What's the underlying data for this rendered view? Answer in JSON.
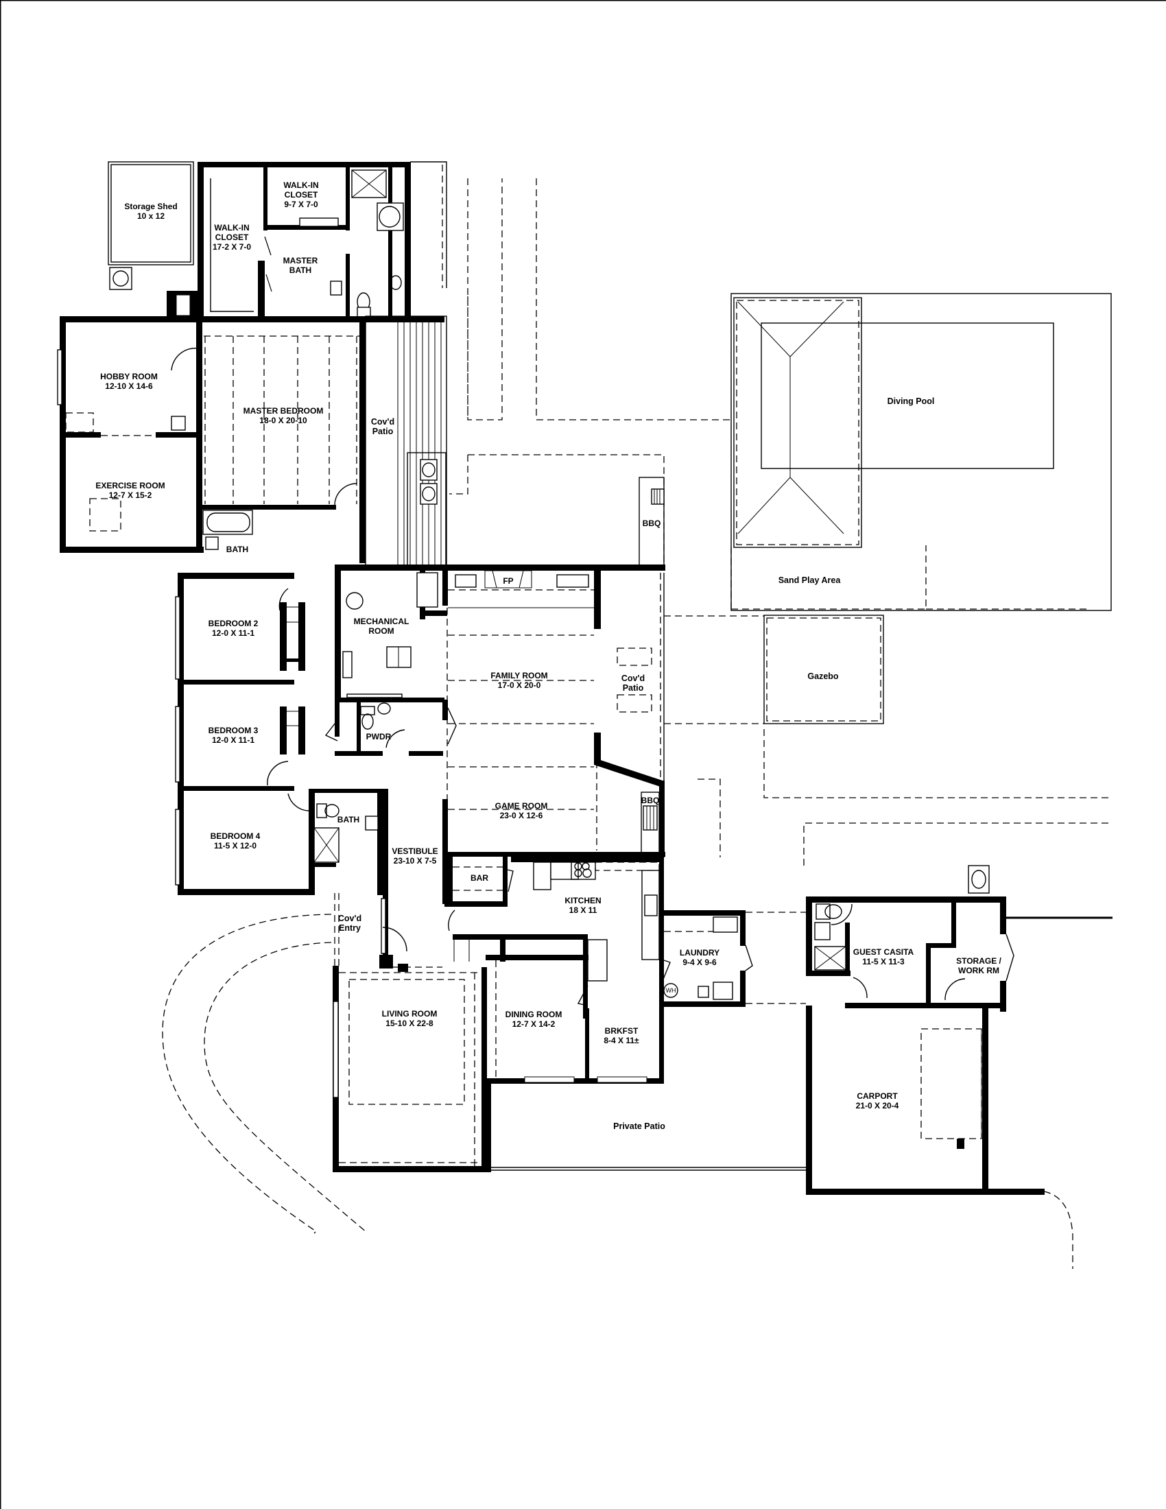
{
  "plan": {
    "type": "residential floor plan",
    "rooms": [
      {
        "id": "storage-shed",
        "name": "Storage Shed",
        "dims": "10 x 12"
      },
      {
        "id": "walk-in-closet-1",
        "name": "WALK-IN CLOSET",
        "dims": "17-2 X 7-0"
      },
      {
        "id": "walk-in-closet-2",
        "name": "WALK-IN CLOSET",
        "dims": "9-7 X 7-0"
      },
      {
        "id": "master-bath",
        "name": "MASTER BATH",
        "dims": ""
      },
      {
        "id": "hobby-room",
        "name": "HOBBY ROOM",
        "dims": "12-10 X 14-6"
      },
      {
        "id": "master-bedroom",
        "name": "MASTER BEDROOM",
        "dims": "18-0 X 20-10"
      },
      {
        "id": "covd-patio-master",
        "name": "Cov'd Patio",
        "dims": ""
      },
      {
        "id": "exercise-room",
        "name": "EXERCISE ROOM",
        "dims": "12-7 X 15-2"
      },
      {
        "id": "bath-1",
        "name": "BATH",
        "dims": ""
      },
      {
        "id": "bedroom-2",
        "name": "BEDROOM 2",
        "dims": "12-0 X 11-1"
      },
      {
        "id": "mechanical-room",
        "name": "MECHANICAL ROOM",
        "dims": ""
      },
      {
        "id": "family-room",
        "name": "FAMILY ROOM",
        "dims": "17-0 X 20-0"
      },
      {
        "id": "fireplace",
        "name": "FP",
        "dims": ""
      },
      {
        "id": "covd-patio-family",
        "name": "Cov'd Patio",
        "dims": ""
      },
      {
        "id": "bedroom-3",
        "name": "BEDROOM 3",
        "dims": "12-0 X 11-1"
      },
      {
        "id": "powder",
        "name": "PWDR",
        "dims": ""
      },
      {
        "id": "game-room",
        "name": "GAME ROOM",
        "dims": "23-0 X 12-6"
      },
      {
        "id": "bath-2",
        "name": "BATH",
        "dims": ""
      },
      {
        "id": "bedroom-4",
        "name": "BEDROOM 4",
        "dims": "11-5 X 12-0"
      },
      {
        "id": "vestibule",
        "name": "VESTIBULE",
        "dims": "23-10 X 7-5"
      },
      {
        "id": "bar",
        "name": "BAR",
        "dims": ""
      },
      {
        "id": "kitchen",
        "name": "KITCHEN",
        "dims": "18 X 11"
      },
      {
        "id": "covd-entry",
        "name": "Cov'd Entry",
        "dims": ""
      },
      {
        "id": "laundry",
        "name": "LAUNDRY",
        "dims": "9-4 X 9-6"
      },
      {
        "id": "guest-casita",
        "name": "GUEST CASITA",
        "dims": "11-5 X 11-3"
      },
      {
        "id": "storage-work-rm",
        "name": "STORAGE / WORK RM",
        "dims": ""
      },
      {
        "id": "living-room",
        "name": "LIVING ROOM",
        "dims": "15-10 X 22-8"
      },
      {
        "id": "dining-room",
        "name": "DINING ROOM",
        "dims": "12-7 X 14-2"
      },
      {
        "id": "brkfst",
        "name": "BRKFST",
        "dims": "8-4 X 11±"
      },
      {
        "id": "carport",
        "name": "CARPORT",
        "dims": "21-0 X 20-4"
      },
      {
        "id": "private-patio",
        "name": "Private Patio",
        "dims": ""
      }
    ],
    "outdoor": [
      {
        "id": "diving-pool",
        "name": "Diving Pool"
      },
      {
        "id": "sand-play-area",
        "name": "Sand Play Area"
      },
      {
        "id": "gazebo",
        "name": "Gazebo"
      },
      {
        "id": "bbq-1",
        "name": "BBQ"
      },
      {
        "id": "bbq-2",
        "name": "BBQ"
      }
    ],
    "fixtures": [
      "WH"
    ]
  },
  "labels": {
    "storage_shed": [
      "Storage Shed",
      "10 x 12"
    ],
    "wic1": [
      "WALK-IN",
      "CLOSET",
      "17-2 X 7-0"
    ],
    "wic2": [
      "WALK-IN",
      "CLOSET",
      "9-7 X 7-0"
    ],
    "master_bath": [
      "MASTER",
      "BATH"
    ],
    "hobby": [
      "HOBBY ROOM",
      "12-10 X 14-6"
    ],
    "master_bed": [
      "MASTER BEDROOM",
      "18-0 X 20-10"
    ],
    "covd_patio_master": [
      "Cov'd",
      "Patio"
    ],
    "exercise": [
      "EXERCISE ROOM",
      "12-7 X 15-2"
    ],
    "bath1": [
      "BATH"
    ],
    "bed2": [
      "BEDROOM 2",
      "12-0 X 11-1"
    ],
    "mech": [
      "MECHANICAL",
      "ROOM"
    ],
    "family": [
      "FAMILY ROOM",
      "17-0 X 20-0"
    ],
    "fp": [
      "FP"
    ],
    "covd_patio_family": [
      "Cov'd",
      "Patio"
    ],
    "bed3": [
      "BEDROOM 3",
      "12-0 X 11-1"
    ],
    "pwdr": [
      "PWDR"
    ],
    "game": [
      "GAME ROOM",
      "23-0 X 12-6"
    ],
    "bath2": [
      "BATH"
    ],
    "bed4": [
      "BEDROOM 4",
      "11-5 X 12-0"
    ],
    "vestibule": [
      "VESTIBULE",
      "23-10 X 7-5"
    ],
    "bar": [
      "BAR"
    ],
    "kitchen": [
      "KITCHEN",
      "18 X 11"
    ],
    "covd_entry": [
      "Cov'd",
      "Entry"
    ],
    "laundry": [
      "LAUNDRY",
      "9-4 X 9-6"
    ],
    "casita": [
      "GUEST CASITA",
      "11-5 X 11-3"
    ],
    "storage_work": [
      "STORAGE /",
      "WORK RM"
    ],
    "living": [
      "LIVING ROOM",
      "15-10 X 22-8"
    ],
    "dining": [
      "DINING ROOM",
      "12-7 X 14-2"
    ],
    "brkfst": [
      "BRKFST",
      "8-4 X 11±"
    ],
    "carport": [
      "CARPORT",
      "21-0 X 20-4"
    ],
    "private_patio": [
      "Private Patio"
    ],
    "diving_pool": [
      "Diving Pool"
    ],
    "sand_play": [
      "Sand Play Area"
    ],
    "gazebo": [
      "Gazebo"
    ],
    "bbq1": [
      "BBQ"
    ],
    "bbq2": [
      "BBQ"
    ],
    "wh": [
      "WH"
    ]
  }
}
